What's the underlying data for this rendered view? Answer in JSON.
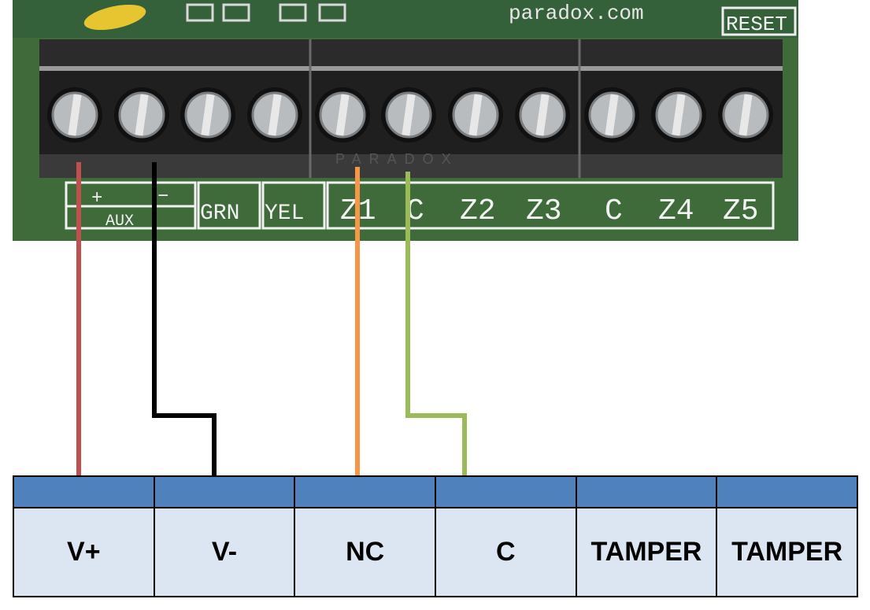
{
  "board": {
    "brand_text": "paradox.com",
    "reset_label": "RESET",
    "housing_text": "PARADOX",
    "aux_label": "AUX",
    "aux_plus": "+",
    "aux_minus": "−",
    "labels": [
      "GRN",
      "YEL",
      "Z1",
      "C",
      "Z2",
      "Z3",
      "C",
      "Z4",
      "Z5"
    ],
    "colors": {
      "pcb": "#3f6b3a",
      "silkscreen": "#f2f2f2",
      "terminal": "#262626"
    }
  },
  "wires": [
    {
      "name": "red-wire",
      "color": "#c0504d",
      "from": "AUX +",
      "to": "V+"
    },
    {
      "name": "black-wire",
      "color": "#000000",
      "from": "AUX -",
      "to": "V-"
    },
    {
      "name": "orange-wire",
      "color": "#f79646",
      "from": "Z1",
      "to": "NC"
    },
    {
      "name": "green-wire",
      "color": "#9bbb59",
      "from": "C",
      "to": "C"
    }
  ],
  "device_terminals": [
    "V+",
    "V-",
    "NC",
    "C",
    "TAMPER",
    "TAMPER"
  ],
  "colors": {
    "table_header": "#4f81bd",
    "table_body": "#dce6f2"
  }
}
